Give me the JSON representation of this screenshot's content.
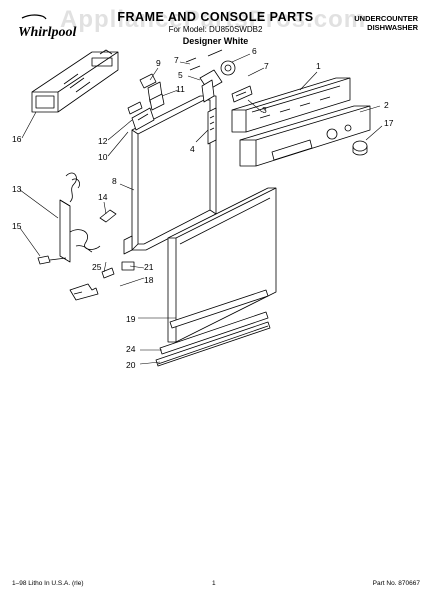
{
  "header": {
    "brand": "Whirlpool",
    "title": "FRAME AND CONSOLE PARTS",
    "model_line": "For Model: DU850SWDB2",
    "color_line": "Designer White",
    "category_line1": "UNDERCOUNTER",
    "category_line2": "DISHWASHER"
  },
  "watermark": "AppliancePartsPros.com",
  "callouts": [
    "1",
    "2",
    "3",
    "4",
    "5",
    "6",
    "7",
    "7",
    "8",
    "9",
    "10",
    "11",
    "12",
    "13",
    "14",
    "15",
    "16",
    "17",
    "18",
    "19",
    "20",
    "21",
    "24",
    "25"
  ],
  "footer": {
    "left": "1–98 Litho In U.S.A. (rle)",
    "center": "1",
    "right": "Part No. 870667"
  },
  "colors": {
    "line": "#000000",
    "watermark": "#aaaaaa",
    "logo": "#000000"
  }
}
